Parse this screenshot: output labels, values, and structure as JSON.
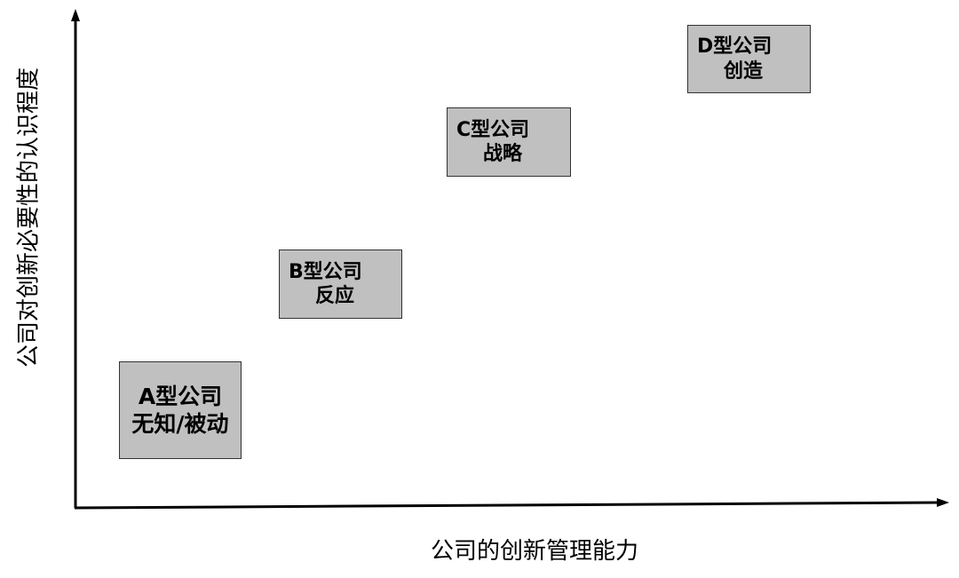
{
  "axes": {
    "y_label": "公司对创新必要性的认识程度",
    "x_label": "公司的创新管理能力"
  },
  "boxes": [
    {
      "title": "A型公司",
      "subtitle": "无知/被动"
    },
    {
      "title": "B型公司",
      "subtitle": "反应"
    },
    {
      "title": "C型公司",
      "subtitle": "战略"
    },
    {
      "title": "D型公司",
      "subtitle": "创造"
    }
  ],
  "colors": {
    "box_fill": "#c0c0c0",
    "box_border": "#333333",
    "axis": "#000000"
  }
}
